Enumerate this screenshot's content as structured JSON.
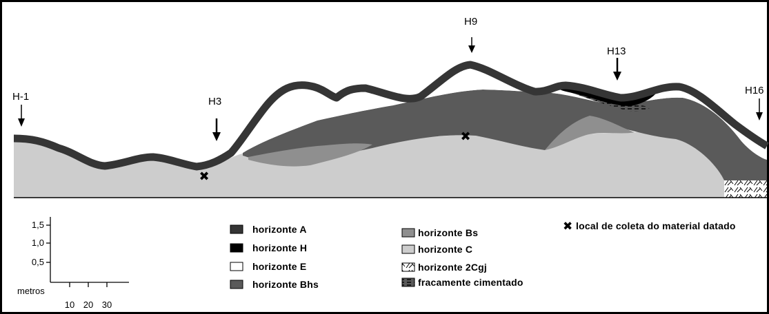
{
  "profiles": [
    {
      "id": "h1",
      "label": "H-1"
    },
    {
      "id": "h3",
      "label": "H3"
    },
    {
      "id": "h9",
      "label": "H9"
    },
    {
      "id": "h13",
      "label": "H13"
    },
    {
      "id": "h16",
      "label": "H16"
    }
  ],
  "scale": {
    "y_ticks": [
      "1,5",
      "1,0",
      "0,5"
    ],
    "unit": "metros",
    "x_ticks": [
      "10",
      "20",
      "30"
    ]
  },
  "legend": {
    "items": [
      {
        "id": "A",
        "label": "horizonte A",
        "color": "#353535"
      },
      {
        "id": "H",
        "label": "horizonte H",
        "color": "#000000"
      },
      {
        "id": "E",
        "label": "horizonte E",
        "color": "#ffffff"
      },
      {
        "id": "Bhs",
        "label": "horizonte Bhs",
        "color": "#5a5a5a"
      },
      {
        "id": "Bs",
        "label": "horizonte Bs",
        "color": "#8f8f8f"
      },
      {
        "id": "C",
        "label": "horizonte C",
        "color": "#cdcdcd"
      },
      {
        "id": "Cgj",
        "label": "horizonte 2Cgj",
        "pattern": "cross-hatch"
      },
      {
        "id": "cem",
        "label": "fracamente cimentado",
        "pattern": "horizontal-dashes"
      }
    ],
    "sample_marker": {
      "symbol": "✖",
      "label": "local de coleta do material datado"
    }
  }
}
